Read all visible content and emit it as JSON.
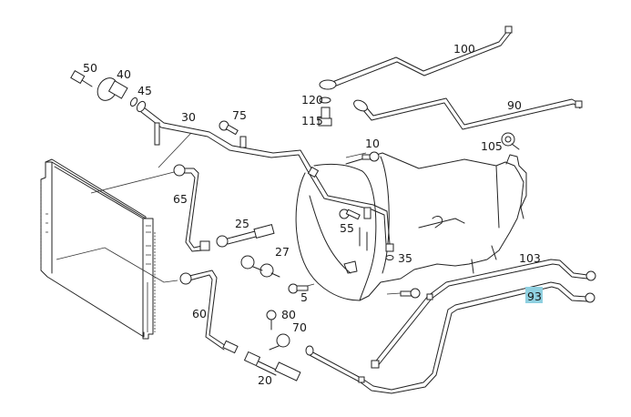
{
  "diagram": {
    "type": "exploded-parts-diagram",
    "subject": "Transmission oil cooler lines",
    "highlight_color": "#8fd0e0",
    "highlighted_part": "93",
    "parts": [
      {
        "id": "5",
        "label": "5",
        "depicts": "bolt"
      },
      {
        "id": "10",
        "label": "10",
        "depicts": "bolt"
      },
      {
        "id": "20",
        "label": "20",
        "depicts": "hose-connector"
      },
      {
        "id": "25",
        "label": "25",
        "depicts": "hose-connector"
      },
      {
        "id": "27",
        "label": "27",
        "depicts": "double-clamp"
      },
      {
        "id": "30",
        "label": "30",
        "depicts": "dipstick-tube"
      },
      {
        "id": "35",
        "label": "35",
        "depicts": "washer"
      },
      {
        "id": "40",
        "label": "40",
        "depicts": "cap"
      },
      {
        "id": "45",
        "label": "45",
        "depicts": "seal-ring"
      },
      {
        "id": "50",
        "label": "50",
        "depicts": "plug"
      },
      {
        "id": "55",
        "label": "55",
        "depicts": "bolt"
      },
      {
        "id": "60",
        "label": "60",
        "depicts": "cooler-line"
      },
      {
        "id": "65",
        "label": "65",
        "depicts": "cooler-line"
      },
      {
        "id": "70",
        "label": "70",
        "depicts": "clamp"
      },
      {
        "id": "75",
        "label": "75",
        "depicts": "bolt"
      },
      {
        "id": "80",
        "label": "80",
        "depicts": "bolt"
      },
      {
        "id": "90",
        "label": "90",
        "depicts": "oil-line"
      },
      {
        "id": "93",
        "label": "93",
        "depicts": "oil-line",
        "highlighted": true
      },
      {
        "id": "100",
        "label": "100",
        "depicts": "oil-line"
      },
      {
        "id": "103",
        "label": "103",
        "depicts": "oil-line"
      },
      {
        "id": "105",
        "label": "105",
        "depicts": "clamp"
      },
      {
        "id": "115",
        "label": "115",
        "depicts": "banjo-bolt"
      },
      {
        "id": "120",
        "label": "120",
        "depicts": "seal-ring"
      }
    ],
    "components": {
      "radiator": "oil-cooler-radiator",
      "transmission": "transmission-housing"
    }
  }
}
